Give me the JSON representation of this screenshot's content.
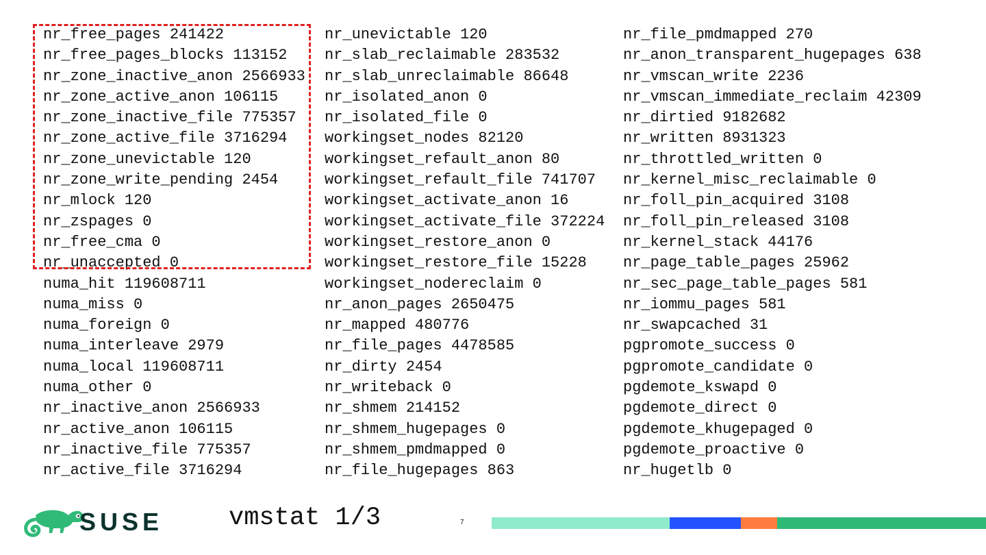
{
  "columns": [
    [
      "nr_free_pages 241422",
      "nr_free_pages_blocks 113152",
      "nr_zone_inactive_anon 2566933",
      "nr_zone_active_anon 106115",
      "nr_zone_inactive_file 775357",
      "nr_zone_active_file 3716294",
      "nr_zone_unevictable 120",
      "nr_zone_write_pending 2454",
      "nr_mlock 120",
      "nr_zspages 0",
      "nr_free_cma 0",
      "nr_unaccepted 0",
      "numa_hit 119608711",
      "numa_miss 0",
      "numa_foreign 0",
      "numa_interleave 2979",
      "numa_local 119608711",
      "numa_other 0",
      "nr_inactive_anon 2566933",
      "nr_active_anon 106115",
      "nr_inactive_file 775357",
      "nr_active_file 3716294"
    ],
    [
      "nr_unevictable 120",
      "nr_slab_reclaimable 283532",
      "nr_slab_unreclaimable 86648",
      "nr_isolated_anon 0",
      "nr_isolated_file 0",
      "workingset_nodes 82120",
      "workingset_refault_anon 80",
      "workingset_refault_file 741707",
      "workingset_activate_anon 16",
      "workingset_activate_file 372224",
      "workingset_restore_anon 0",
      "workingset_restore_file 15228",
      "workingset_nodereclaim 0",
      "nr_anon_pages 2650475",
      "nr_mapped 480776",
      "nr_file_pages 4478585",
      "nr_dirty 2454",
      "nr_writeback 0",
      "nr_shmem 214152",
      "nr_shmem_hugepages 0",
      "nr_shmem_pmdmapped 0",
      "nr_file_hugepages 863"
    ],
    [
      "nr_file_pmdmapped 270",
      "nr_anon_transparent_hugepages 638",
      "nr_vmscan_write 2236",
      "nr_vmscan_immediate_reclaim 42309",
      "nr_dirtied 9182682",
      "nr_written 8931323",
      "nr_throttled_written 0",
      "nr_kernel_misc_reclaimable 0",
      "nr_foll_pin_acquired 3108",
      "nr_foll_pin_released 3108",
      "nr_kernel_stack 44176",
      "nr_page_table_pages 25962",
      "nr_sec_page_table_pages 581",
      "nr_iommu_pages 581",
      "nr_swapcached 31",
      "pgpromote_success 0",
      "pgpromote_candidate 0",
      "pgdemote_kswapd 0",
      "pgdemote_direct 0",
      "pgdemote_khugepaged 0",
      "pgdemote_proactive 0",
      "nr_hugetlb 0"
    ]
  ],
  "footer": {
    "title": "vmstat 1/3",
    "page_number": "7",
    "logo_text": "SUSE"
  },
  "colors": {
    "text": "#111111",
    "highlight_border": "#e02020",
    "logo_green": "#30ba78",
    "bar_mint": "#90ebcd",
    "bar_blue": "#2453ff",
    "bar_orange": "#fe7c3f",
    "bar_green": "#30ba78"
  },
  "icons": {
    "logo": "suse-chameleon-icon"
  }
}
